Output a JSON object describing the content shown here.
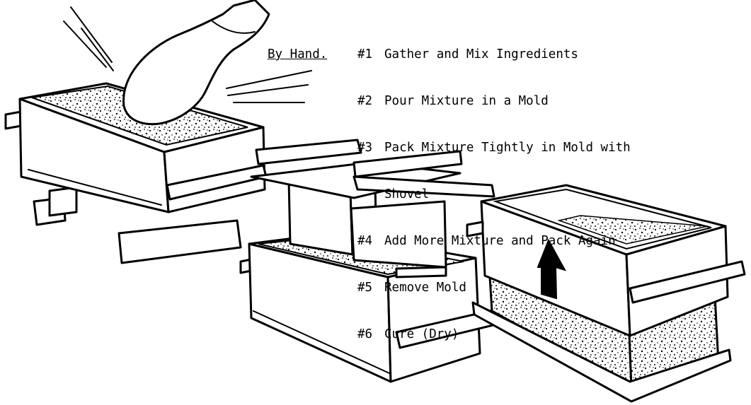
{
  "caption": {
    "heading": "By Hand.",
    "steps": [
      {
        "number": "#1",
        "text": "Gather and Mix Ingredients"
      },
      {
        "number": "#2",
        "text": "Pour Mixture in a Mold"
      },
      {
        "number": "#3",
        "text": "Pack Mixture Tightly in Mold with"
      },
      {
        "number": "",
        "text": "Shovel"
      },
      {
        "number": "#4",
        "text": "Add More Mixture and Pack Again"
      },
      {
        "number": "#5",
        "text": "Remove Mold"
      },
      {
        "number": "#6",
        "text": "Cure (Dry)"
      }
    ]
  },
  "illustrations": {
    "stage1": "hand-packing-mold",
    "stage2": "mold-with-press-plate",
    "stage3": "mold-being-lifted",
    "arrow": "up-arrow-icon"
  },
  "colors": {
    "ink": "#000000",
    "paper": "#ffffff"
  }
}
